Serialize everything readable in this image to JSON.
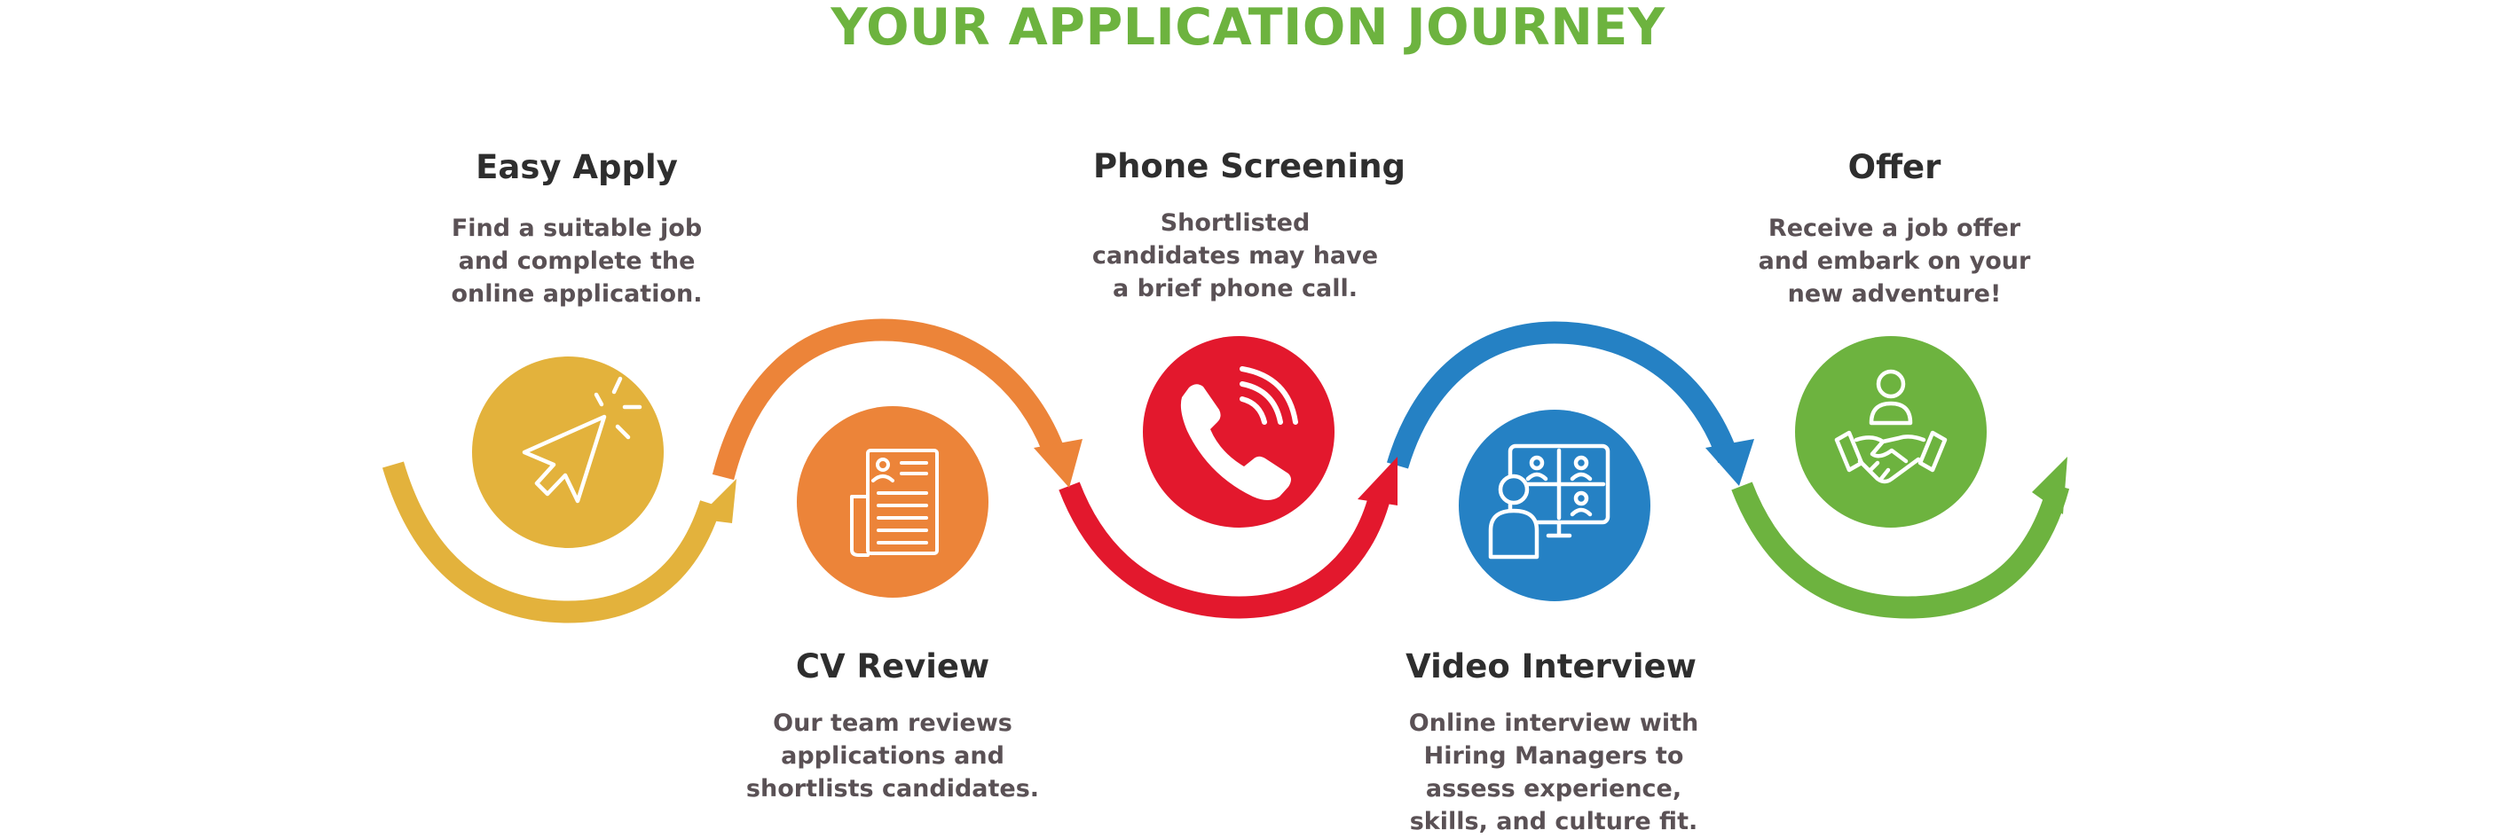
{
  "title": "YOUR APPLICATION JOURNEY",
  "colors": {
    "title": "#6db33f",
    "easy_apply": "#e3b23c",
    "cv_review": "#ec8439",
    "phone_screening": "#e3182d",
    "video_interview": "#2581c4",
    "offer": "#6db33f"
  },
  "steps": [
    {
      "title": "Easy Apply",
      "description": [
        "Find a suitable job",
        "and complete the",
        "online application."
      ],
      "icon": "cursor-click-icon"
    },
    {
      "title": "CV Review",
      "description": [
        "Our team reviews",
        "applications and",
        "shortlists candidates."
      ],
      "icon": "document-icon"
    },
    {
      "title": "Phone Screening",
      "description": [
        "Shortlisted",
        "candidates may have",
        "a brief phone call."
      ],
      "icon": "phone-icon"
    },
    {
      "title": "Video Interview",
      "description": [
        "Online interview with",
        "Hiring Managers to",
        "assess experience,",
        "skills, and culture fit."
      ],
      "icon": "video-call-icon"
    },
    {
      "title": "Offer",
      "description": [
        "Receive a job offer",
        "and embark on your",
        "new adventure!"
      ],
      "icon": "handshake-icon"
    }
  ]
}
